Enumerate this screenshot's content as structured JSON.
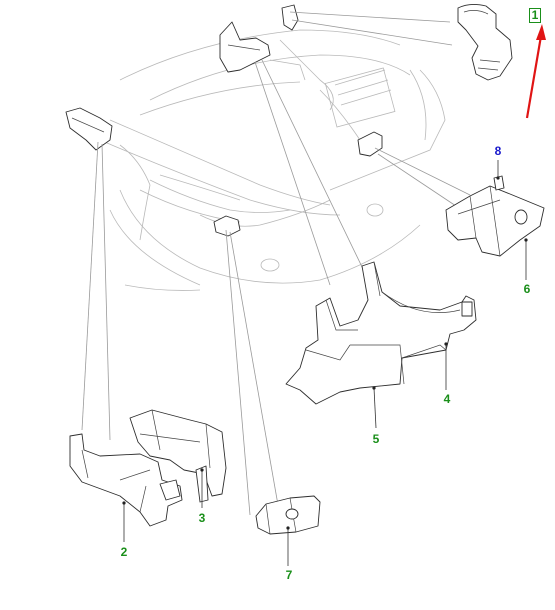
{
  "colors": {
    "callout_green": "#1a8f1a",
    "callout_blue": "#1a1acc",
    "arrow_red": "#e01414",
    "leader_gray": "#9a9a9a"
  },
  "callouts": [
    {
      "id": "1",
      "label": "1",
      "color": "#1a8f1a",
      "boxed": true
    },
    {
      "id": "2",
      "label": "2",
      "color": "#1a8f1a",
      "boxed": false
    },
    {
      "id": "3",
      "label": "3",
      "color": "#1a8f1a",
      "boxed": false
    },
    {
      "id": "4",
      "label": "4",
      "color": "#1a8f1a",
      "boxed": false
    },
    {
      "id": "5",
      "label": "5",
      "color": "#1a8f1a",
      "boxed": false
    },
    {
      "id": "6",
      "label": "6",
      "color": "#1a8f1a",
      "boxed": false
    },
    {
      "id": "7",
      "label": "7",
      "color": "#1a8f1a",
      "boxed": false
    },
    {
      "id": "8",
      "label": "8",
      "color": "#1a1acc",
      "boxed": false
    }
  ]
}
